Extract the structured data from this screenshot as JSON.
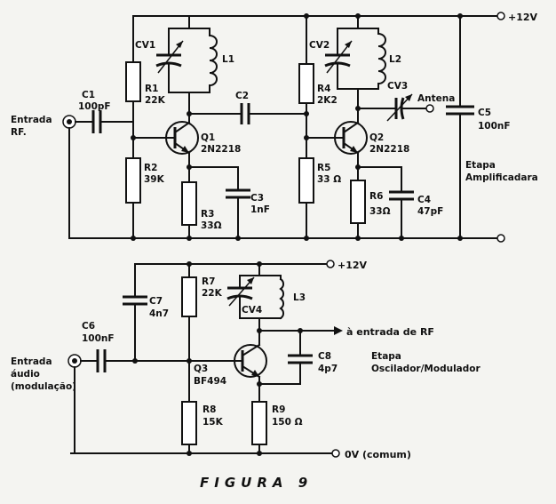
{
  "labels": {
    "entrada_rf_1": "Entrada",
    "entrada_rf_2": "RF.",
    "c1": "C1",
    "c1_val": "100pF",
    "r1": "R1",
    "r1_val": "22K",
    "cv1": "CV1",
    "l1": "L1",
    "c2": "C2",
    "q1": "Q1",
    "q1_val": "2N2218",
    "r2": "R2",
    "r2_val": "39K",
    "r3": "R3",
    "r3_val": "33Ω",
    "c3": "C3",
    "c3_val": "1nF",
    "cv2": "CV2",
    "l2": "L2",
    "r4": "R4",
    "r4_val": "2K2",
    "cv3": "CV3",
    "antena": "Antena",
    "q2": "Q2",
    "q2_val": "2N2218",
    "r5": "R5",
    "r5_val": "33 Ω",
    "r6": "R6",
    "r6_val": "33Ω",
    "c4": "C4",
    "c4_val": "47pF",
    "c5": "C5",
    "c5_val": "100nF",
    "vcc_top": "+12V",
    "etapa_amp_1": "Etapa",
    "etapa_amp_2": "Amplificadara",
    "vcc_bottom": "+12V",
    "c7": "C7",
    "c7_val": "4n7",
    "r7": "R7",
    "r7_val": "22K",
    "cv4": "CV4",
    "l3": "L3",
    "entrada_rf_out": "à entrada de RF",
    "c6": "C6",
    "c6_val": "100nF",
    "audio_1": "Entrada",
    "audio_2": "áudio",
    "audio_3": "(modulação)",
    "q3": "Q3",
    "q3_val": "BF494",
    "c8": "C8",
    "c8_val": "4p7",
    "etapa_osc_1": "Etapa",
    "etapa_osc_2": "Oscilador/Modulador",
    "r8": "R8",
    "r8_val": "15K",
    "r9": "R9",
    "r9_val": "150 Ω",
    "ground": "0V (comum)",
    "figure_title": "FIGURA 9"
  }
}
